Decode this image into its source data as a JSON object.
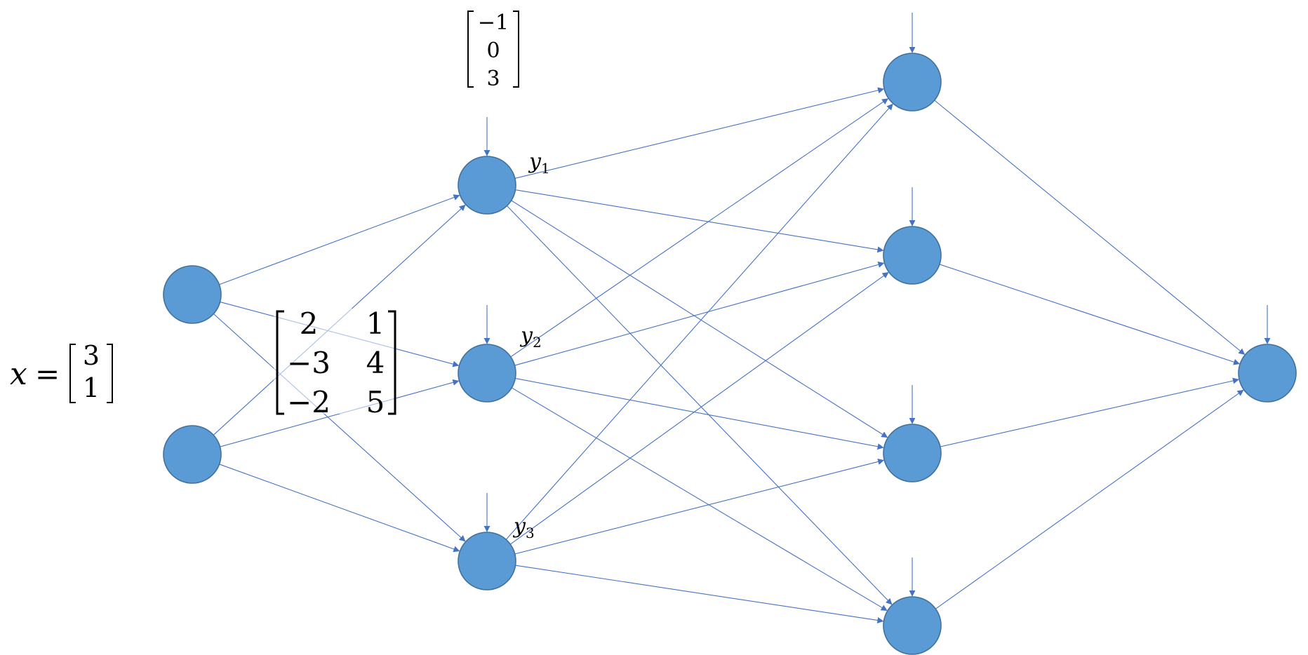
{
  "input_label": {
    "var": "x",
    "equals": "=",
    "entries": [
      "3",
      "1"
    ]
  },
  "weight_matrix": {
    "rows": [
      [
        "2",
        "1"
      ],
      [
        "−3",
        "4"
      ],
      [
        "−2",
        "5"
      ]
    ]
  },
  "bias_vector": {
    "entries": [
      "−1",
      "0",
      "3"
    ]
  },
  "hidden1_labels": [
    {
      "var": "y",
      "sub": "1"
    },
    {
      "var": "y",
      "sub": "2"
    },
    {
      "var": "y",
      "sub": "3"
    }
  ],
  "layers": {
    "input": 2,
    "hidden1": 3,
    "hidden2": 4,
    "output": 1
  },
  "colors": {
    "node_fill": "#5b9bd5",
    "node_stroke": "#41719c",
    "edge": "#4472c4"
  }
}
